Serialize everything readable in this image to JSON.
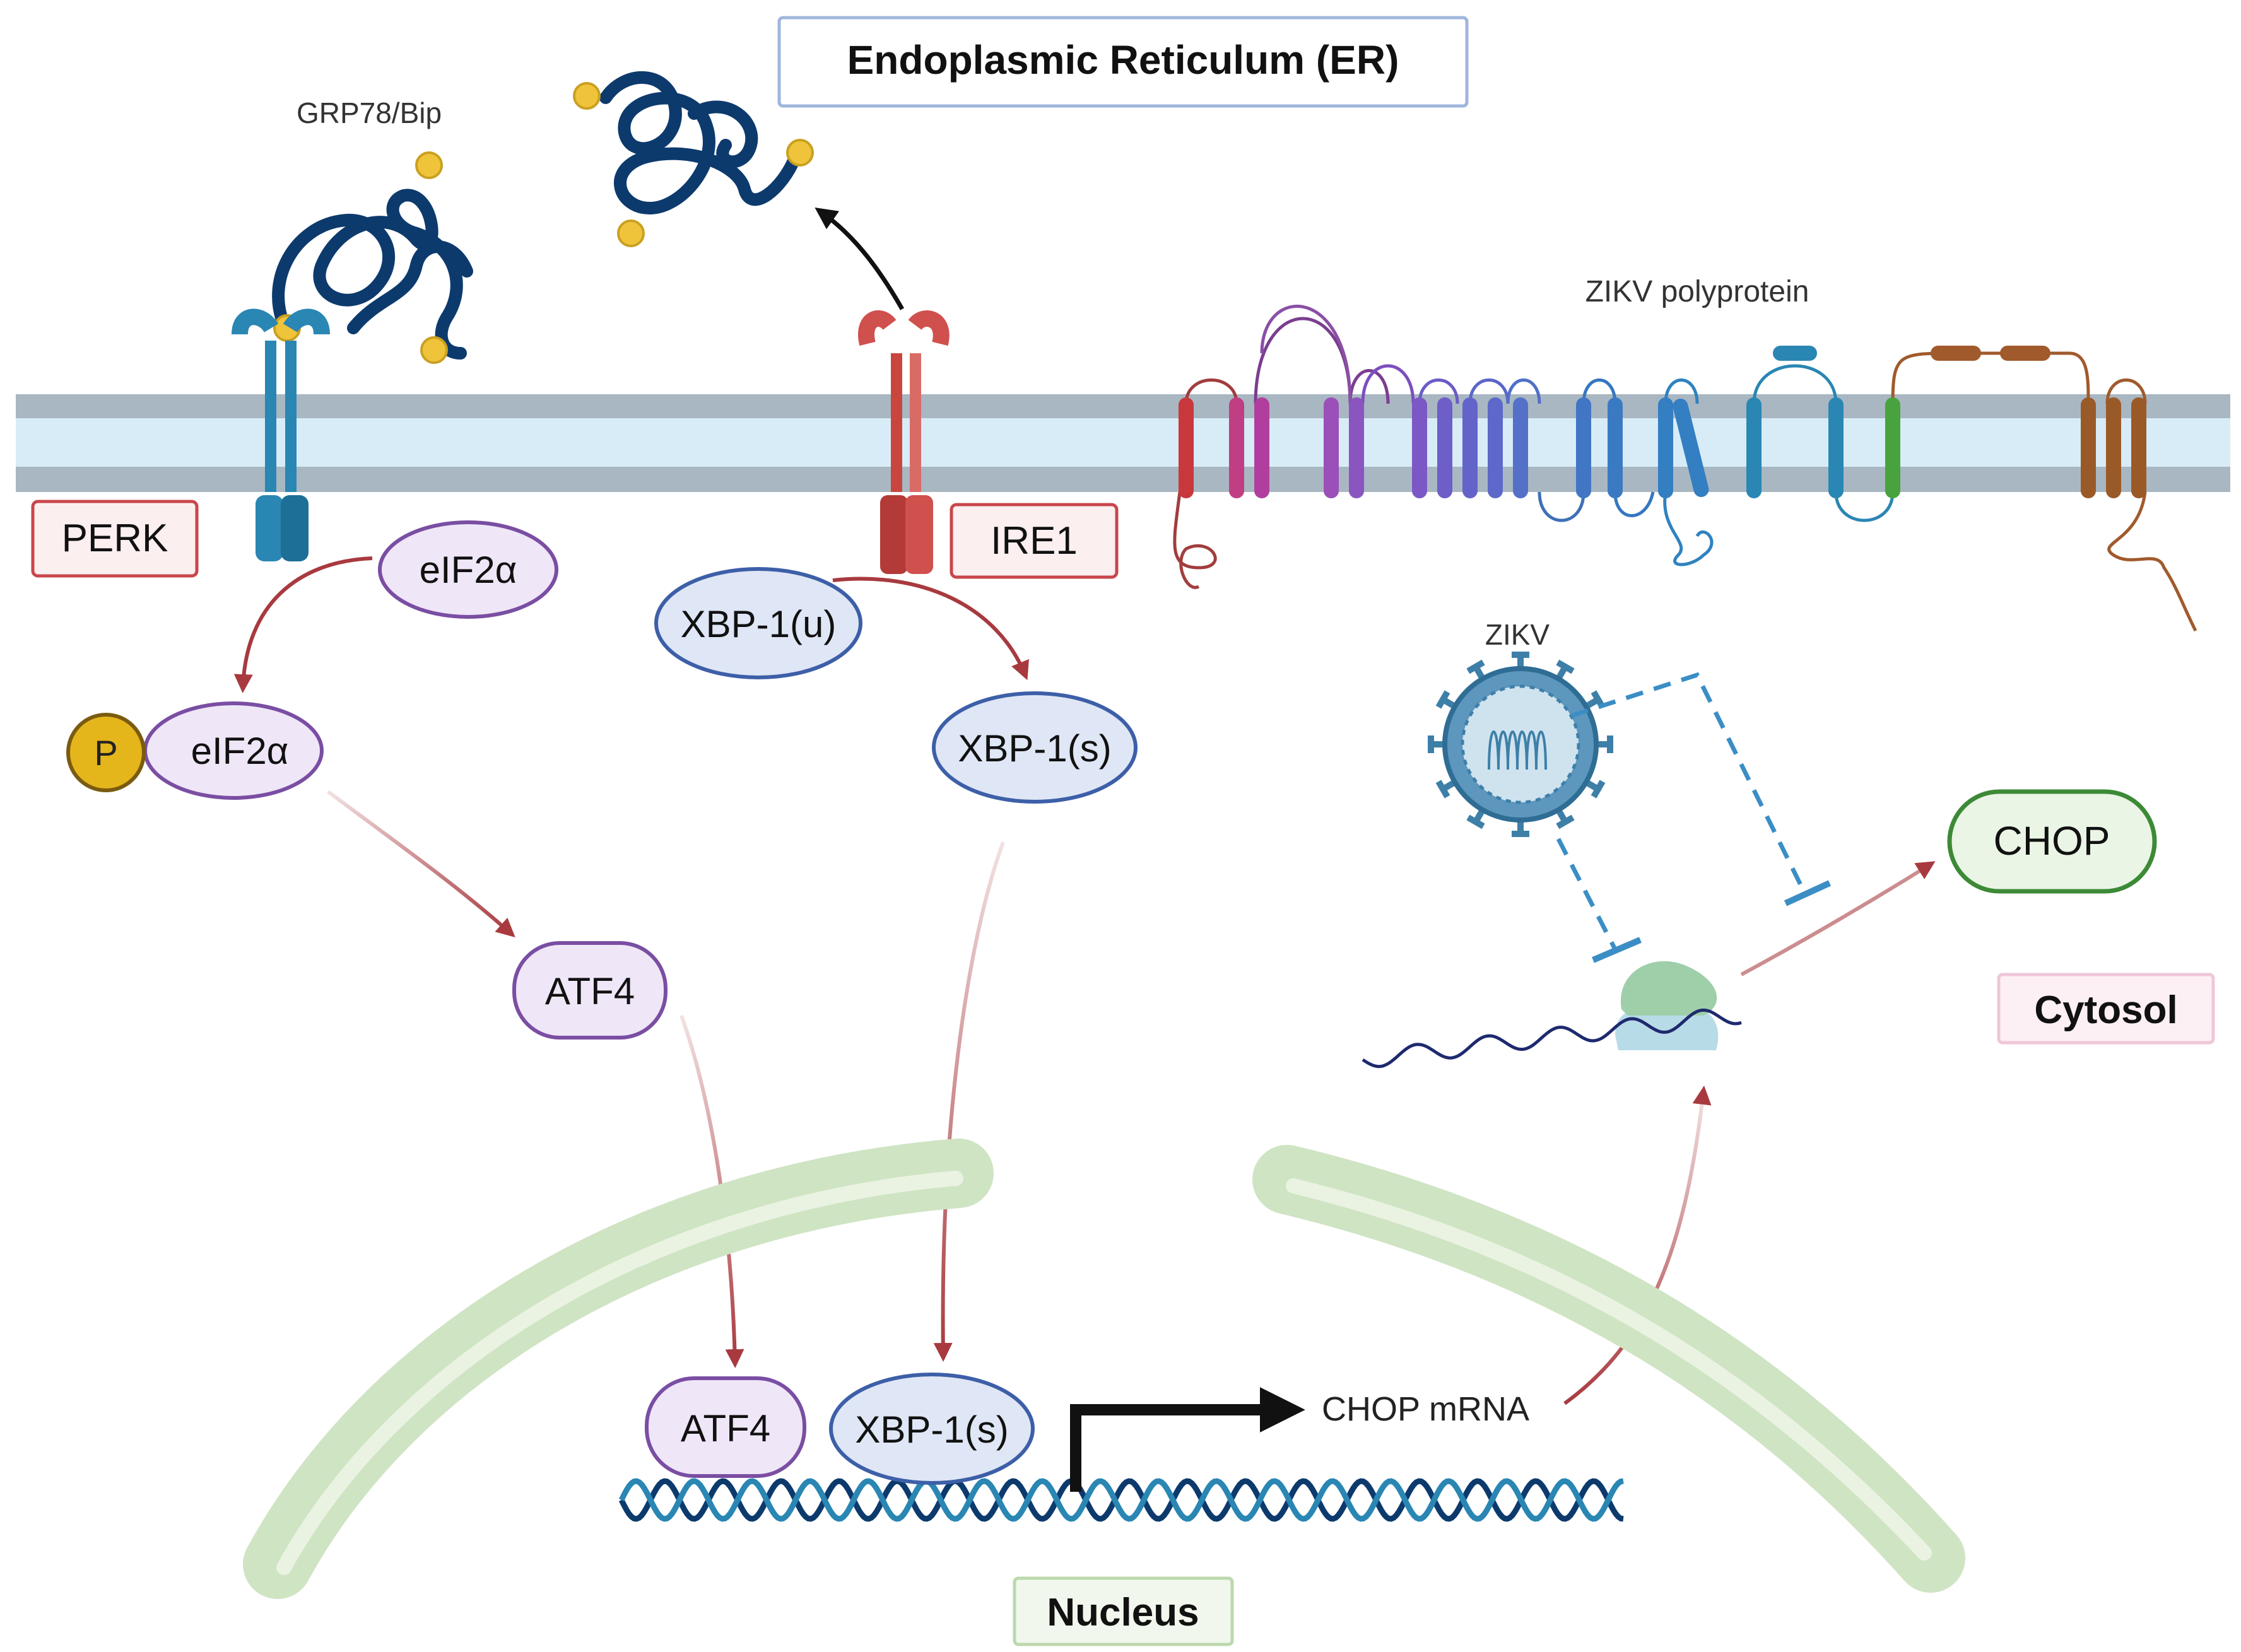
{
  "title": "Endoplasmic Reticulum (ER)",
  "compartments": {
    "nucleus": "Nucleus",
    "cytosol": "Cytosol"
  },
  "proteins": {
    "grp78": "GRP78/Bip",
    "perk": "PERK",
    "ire1": "IRE1",
    "polyprotein": "ZIKV polyprotein",
    "zikv": "ZIKV"
  },
  "molecules": {
    "eif2a": "eIF2α",
    "phospho_eif2a": "eIF2α",
    "phospho_tag": "P",
    "atf4_cytosol": "ATF4",
    "xbp1u": "XBP-1(u)",
    "xbp1s_cytosol": "XBP-1(s)",
    "atf4_nucleus": "ATF4",
    "xbp1s_nucleus": "XBP-1(s)",
    "chop_mrna": "CHOP mRNA",
    "chop": "CHOP"
  },
  "colors": {
    "membrane_outer": "#a9b7c2",
    "membrane_inner": "#d7ecf6",
    "pathway_arrow": "#a83a3f",
    "perk": "#2a86b3",
    "ire1": "#d0504d",
    "grp78": "#0d3a6d",
    "nuclear_envelope": "#cfe4c3",
    "purple_node_fill": "#efe6f7",
    "purple_node_stroke": "#7a4ea3",
    "blue_node_fill": "#dfe6f5",
    "blue_node_stroke": "#3d5fa8",
    "chop_stroke": "#3d8a36",
    "inhibit_dash": "#3b8ec5"
  }
}
